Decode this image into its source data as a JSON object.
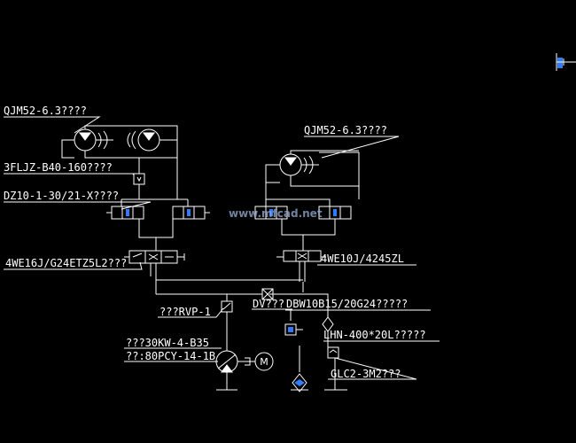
{
  "diagram": {
    "background": "#000000",
    "line_color": "#ffffff",
    "accent_color": "#2f7cff",
    "labels": {
      "motor_left": "QJM52-6.3????",
      "motor_right": "QJM52-6.3????",
      "valve_3fljz": "3FLJZ-B40-160????",
      "valve_dz10": "DZ10-1-30/21-X????",
      "valve_4we16j": "4WE16J/G24ETZ5L2???",
      "valve_4we10j": "4WE10J/4245ZL",
      "valve_rvp": "???RVP-1",
      "valve_dv": "DV???",
      "valve_dbw": "DBW10B15/20G24?????",
      "tank_lhn": "LHN-400*20L?????",
      "motor_30kw": "???30KW-4-B35",
      "pump_80pcy": "??:80PCY-14-1B",
      "filter_glc": "GLC2-3M2???"
    },
    "watermark": "www.mfcad.net",
    "motor_symbol": "M"
  }
}
